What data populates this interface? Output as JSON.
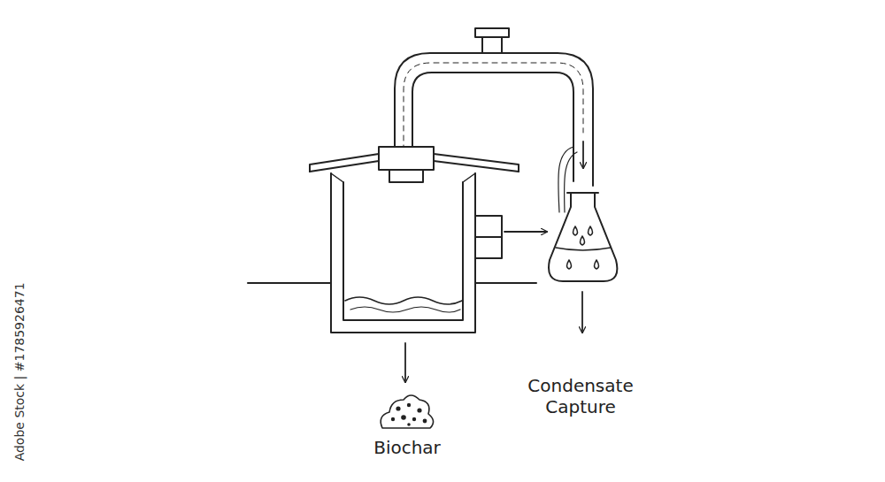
{
  "diagram": {
    "labels": [
      "Biochar",
      "Condensate Capture",
      "Adobe Stock | #1785926471"
    ]
  }
}
